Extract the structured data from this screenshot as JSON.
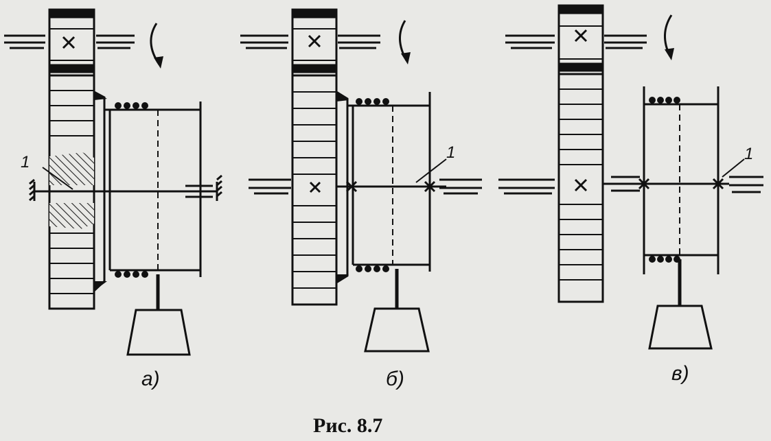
{
  "figure": {
    "caption": "Рис. 8.7",
    "ink_color": "#111111",
    "paper_color": "#e9e9e6",
    "hatch_color": "#222222",
    "panels": [
      {
        "id": "a",
        "label": "а)",
        "callout": "1"
      },
      {
        "id": "b",
        "label": "б)",
        "callout": "1"
      },
      {
        "id": "v",
        "label": "в)",
        "callout": "1"
      }
    ]
  }
}
